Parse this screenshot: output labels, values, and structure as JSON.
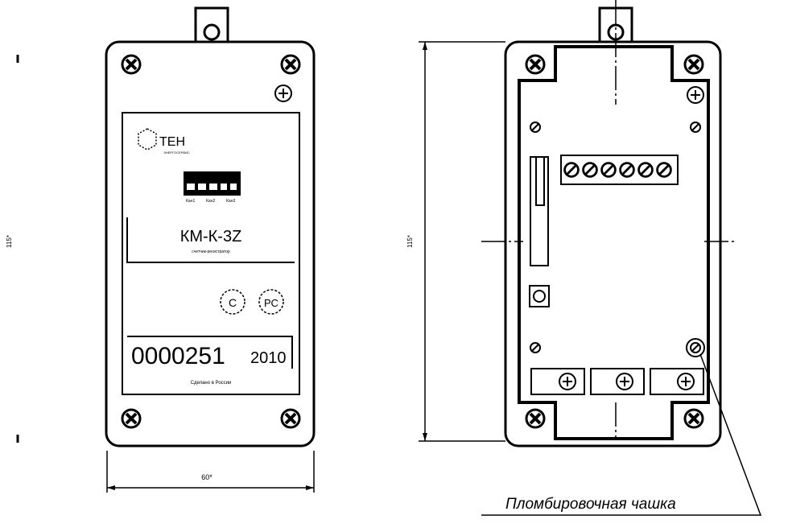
{
  "front_view": {
    "brand": "ТЕН",
    "brand_sub": "ЭНЕРГОСЕРВИС",
    "indicator_labels": [
      "Кан1",
      "Кан2",
      "Кан3"
    ],
    "model": "КМ-К-3Z",
    "model_sub": "счетчик-регистратор",
    "serial": "0000251",
    "year": "2010",
    "made_in": "Сделано в России",
    "height_dim": "115*",
    "width_dim": "60*"
  },
  "rear_view": {
    "height_dim": "115*",
    "callout": "Пломбировочная чашка"
  }
}
